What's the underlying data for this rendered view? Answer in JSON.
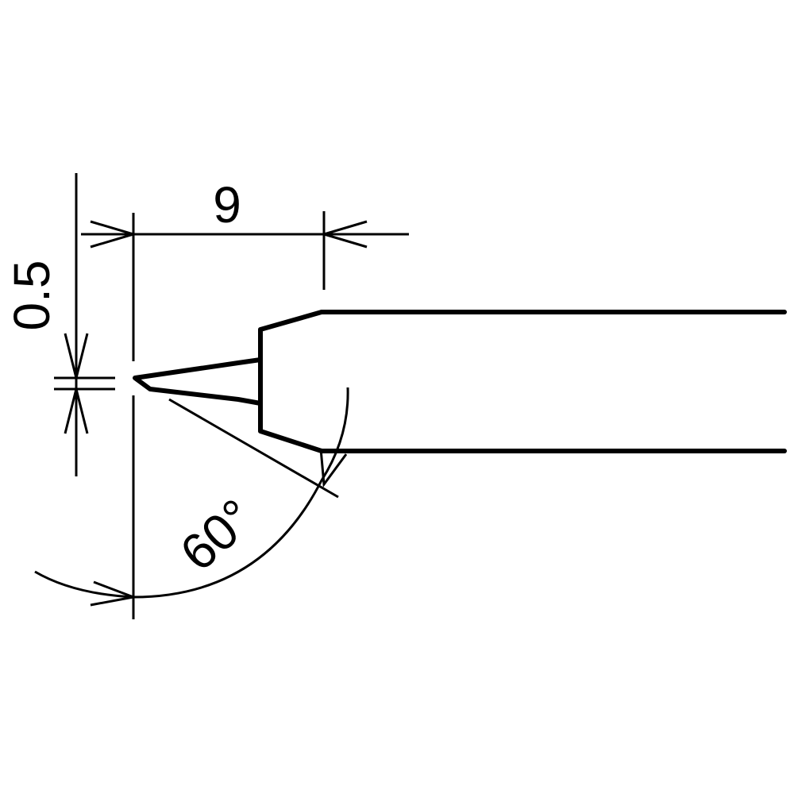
{
  "dimensions": {
    "tip_width": "0.5",
    "tip_length": "9",
    "tip_angle": "60°"
  },
  "colors": {
    "line": "#000000",
    "background": "#ffffff"
  }
}
